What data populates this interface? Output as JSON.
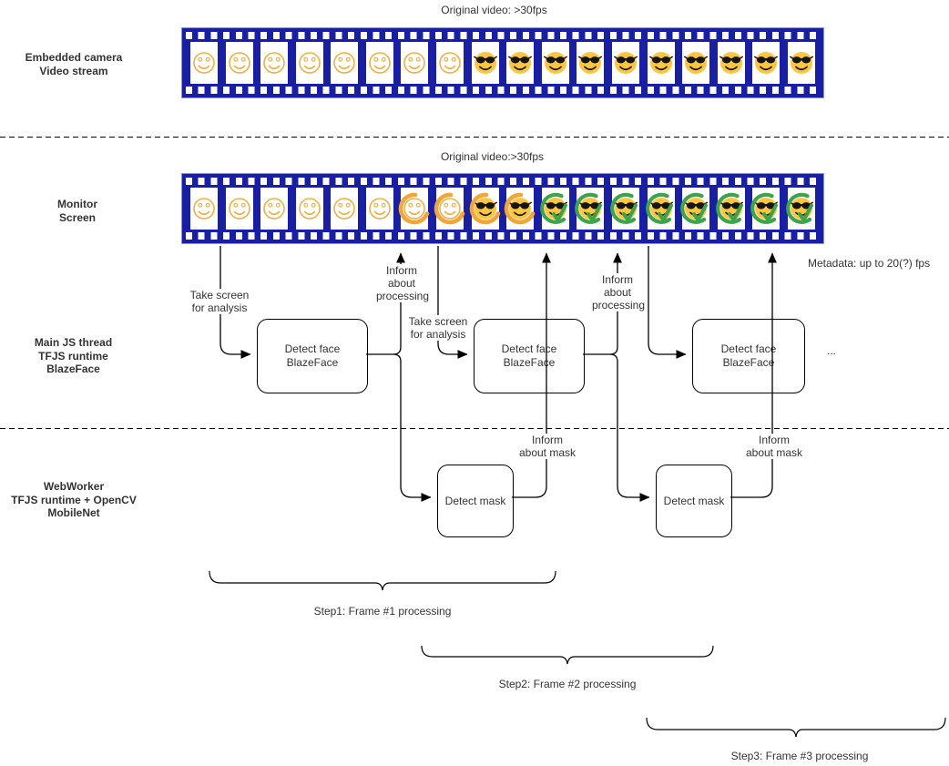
{
  "rows": {
    "camera": "Embedded camera\nVideo stream",
    "monitor": "Monitor\nScreen",
    "main_js": "Main JS thread\nTFJS runtime\nBlazeFace",
    "webworker": "WebWorker\nTFJS runtime + OpenCV\nMobileNet"
  },
  "strips": [
    {
      "title": "Original video: >30fps",
      "frames": [
        "plain",
        "plain",
        "plain",
        "plain",
        "plain",
        "plain",
        "plain",
        "plain",
        "sunglasses",
        "sunglasses",
        "sunglasses",
        "sunglasses",
        "sunglasses",
        "sunglasses",
        "sunglasses",
        "sunglasses",
        "sunglasses",
        "sunglasses"
      ]
    },
    {
      "title": "Original video:>30fps",
      "frames": [
        "plain",
        "plain",
        "plain",
        "plain",
        "plain",
        "plain",
        "plain_processing",
        "plain_processing",
        "sunglasses_processing",
        "sunglasses_processing",
        "sunglasses_done",
        "sunglasses_done",
        "sunglasses_done",
        "sunglasses_done",
        "sunglasses_done",
        "sunglasses_done",
        "sunglasses_done",
        "sunglasses_done"
      ]
    }
  ],
  "boxes": {
    "detect_face": "Detect face\nBlazeFace",
    "detect_mask": "Detect mask"
  },
  "edge_labels": {
    "take_screen": "Take screen\nfor analysis",
    "inform_processing": "Inform\nabout\nprocessing",
    "inform_mask": "Inform\nabout mask"
  },
  "notes": {
    "metadata": "Metadata: up to 20(?) fps",
    "ellipsis": "..."
  },
  "steps": [
    "Step1: Frame #1 processing",
    "Step2: Frame #2 processing",
    "Step3: Frame #3 processing"
  ],
  "colors": {
    "film_blue": "#181fa6",
    "face_outline": "#efb041",
    "face_fill": "#fdc63c",
    "spinner_orange": "#f2a638",
    "check_green": "#3ca44a",
    "line_black": "#000000"
  }
}
